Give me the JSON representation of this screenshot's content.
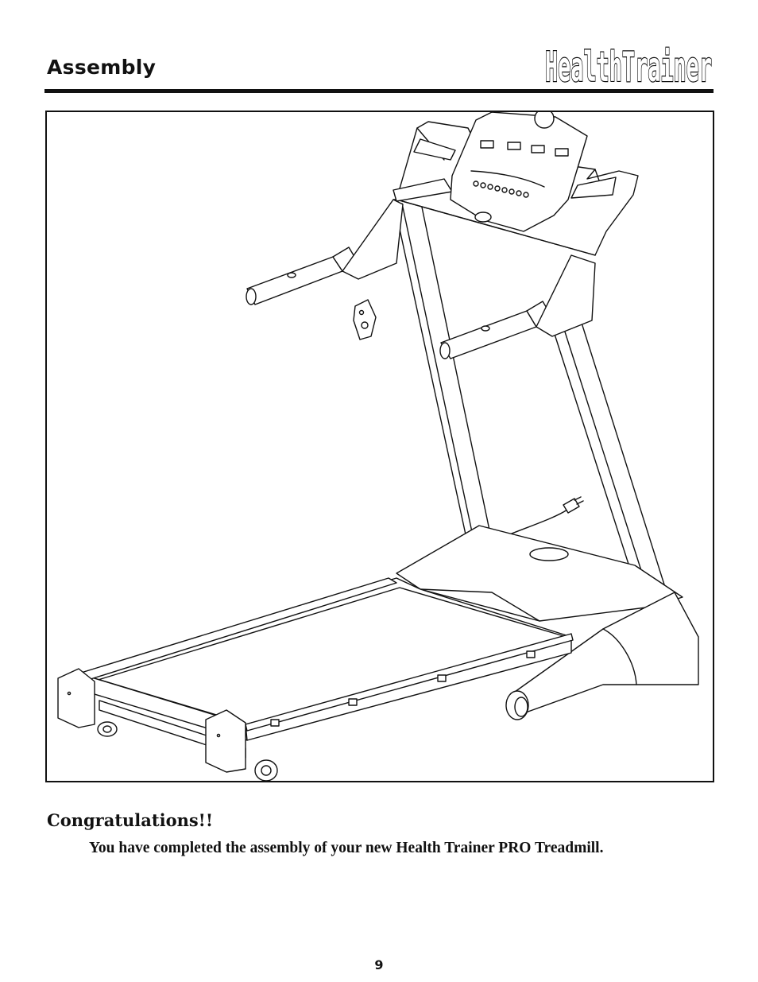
{
  "header": {
    "title": "Assembly",
    "brand": "HealthTrainer"
  },
  "illustration": {
    "subject": "treadmill-line-drawing"
  },
  "message": {
    "heading": "Congratulations!!",
    "body": "You have completed the assembly of your new Health Trainer PRO Treadmill."
  },
  "footer": {
    "page_number": "9"
  }
}
